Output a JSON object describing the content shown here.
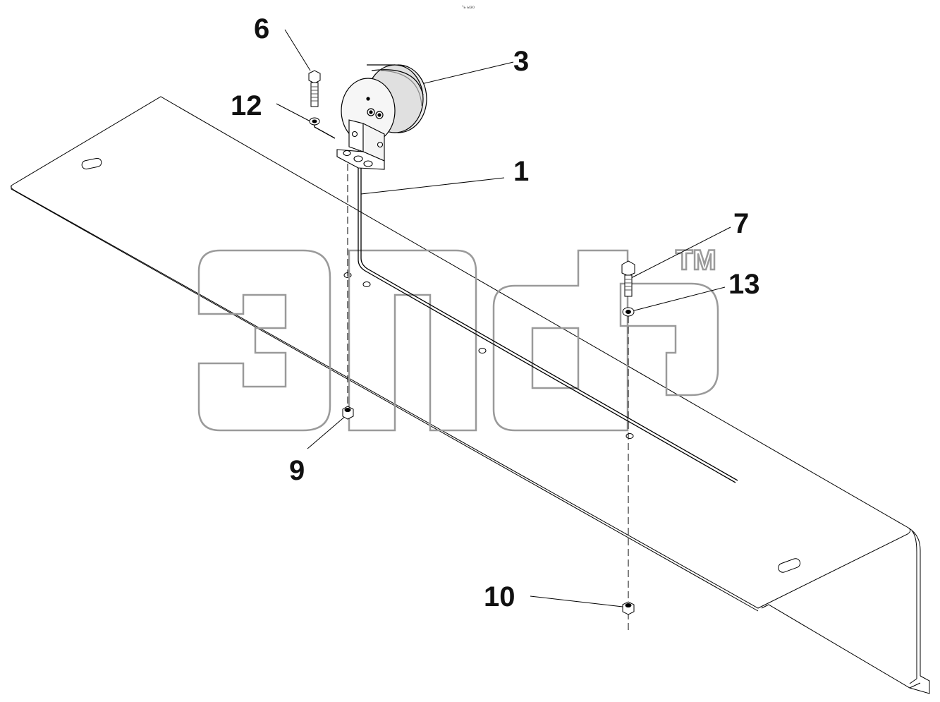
{
  "header": {
    "code": "°ь ыэо"
  },
  "callouts": [
    {
      "id": "c6",
      "label": "6"
    },
    {
      "id": "c3",
      "label": "3"
    },
    {
      "id": "c12",
      "label": "12"
    },
    {
      "id": "c1",
      "label": "1"
    },
    {
      "id": "c7",
      "label": "7"
    },
    {
      "id": "c13",
      "label": "13"
    },
    {
      "id": "c9",
      "label": "9"
    },
    {
      "id": "c10",
      "label": "10"
    }
  ],
  "watermark": {
    "mark": "TM"
  },
  "colors": {
    "line": "#000000",
    "watermark": "#9a9a9a",
    "part_fill": "#e6e6e6",
    "shade": "#bdbdbd"
  }
}
